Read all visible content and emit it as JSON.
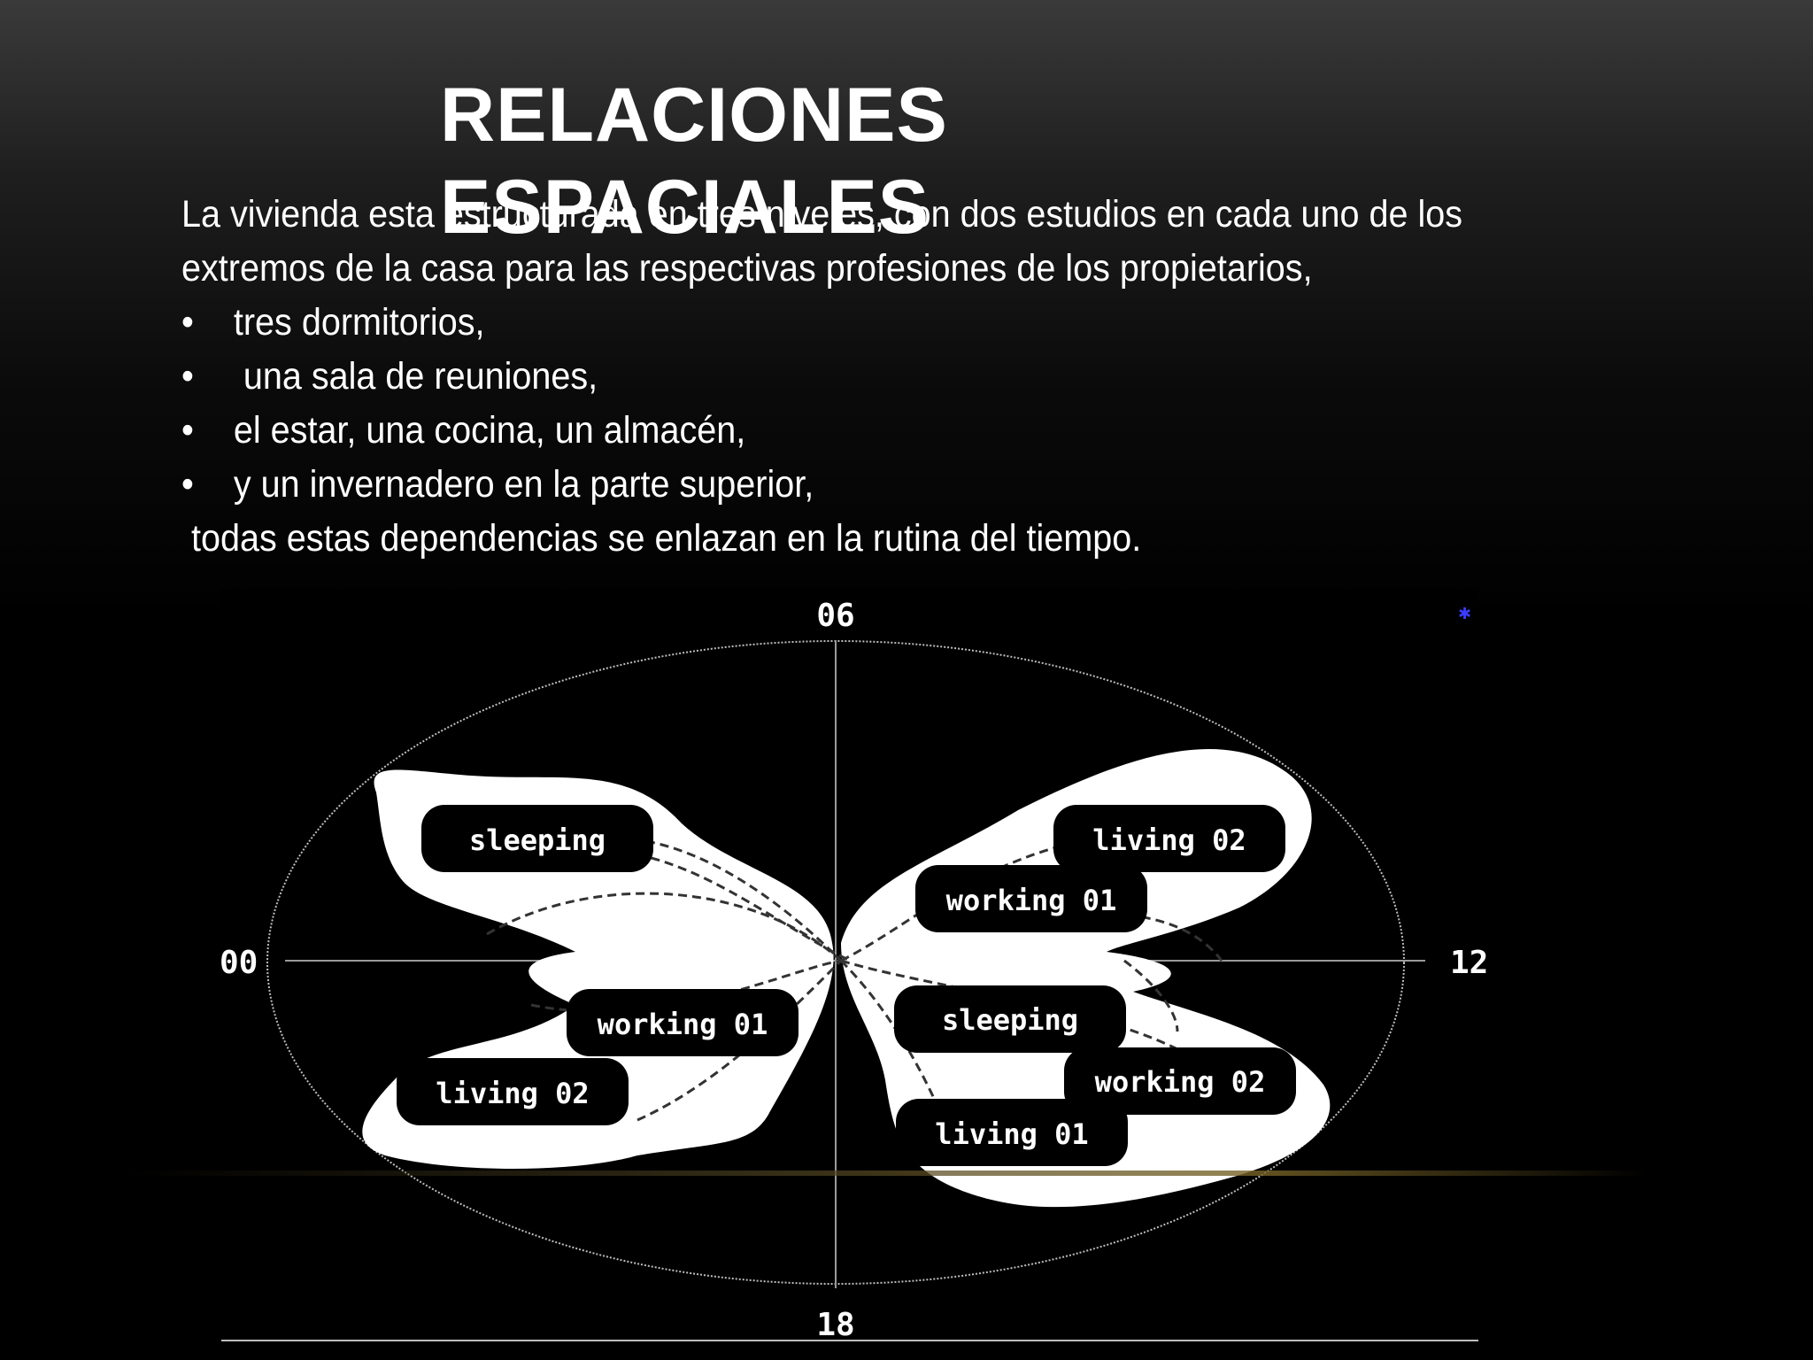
{
  "slide": {
    "title": "RELACIONES ESPACIALES",
    "intro": "La vivienda esta estructurada en tres niveles, con dos estudios en cada uno de los extremos de la casa para las respectivas profesiones de los propietarios,",
    "bullet_glyph": "•",
    "bullets": [
      "tres dormitorios,",
      " una sala de reuniones,",
      "el estar, una cocina, un almacén,",
      "y un invernadero en la parte superior,"
    ],
    "closing": "todas estas dependencias se enlazan en la rutina del tiempo."
  },
  "diagram": {
    "axis_labels": {
      "top": "06",
      "left": "00",
      "right": "12",
      "bottom": "18"
    },
    "left_wing": {
      "labels": [
        "sleeping",
        "working 01",
        "living 02"
      ]
    },
    "right_wing": {
      "labels": [
        "living 02",
        "working 01",
        "sleeping",
        "working 02",
        "living 01"
      ]
    },
    "colors": {
      "background": "#000000",
      "wing_fill": "#ffffff",
      "pill_fill": "#000000",
      "line": "#cfcfcf"
    }
  }
}
